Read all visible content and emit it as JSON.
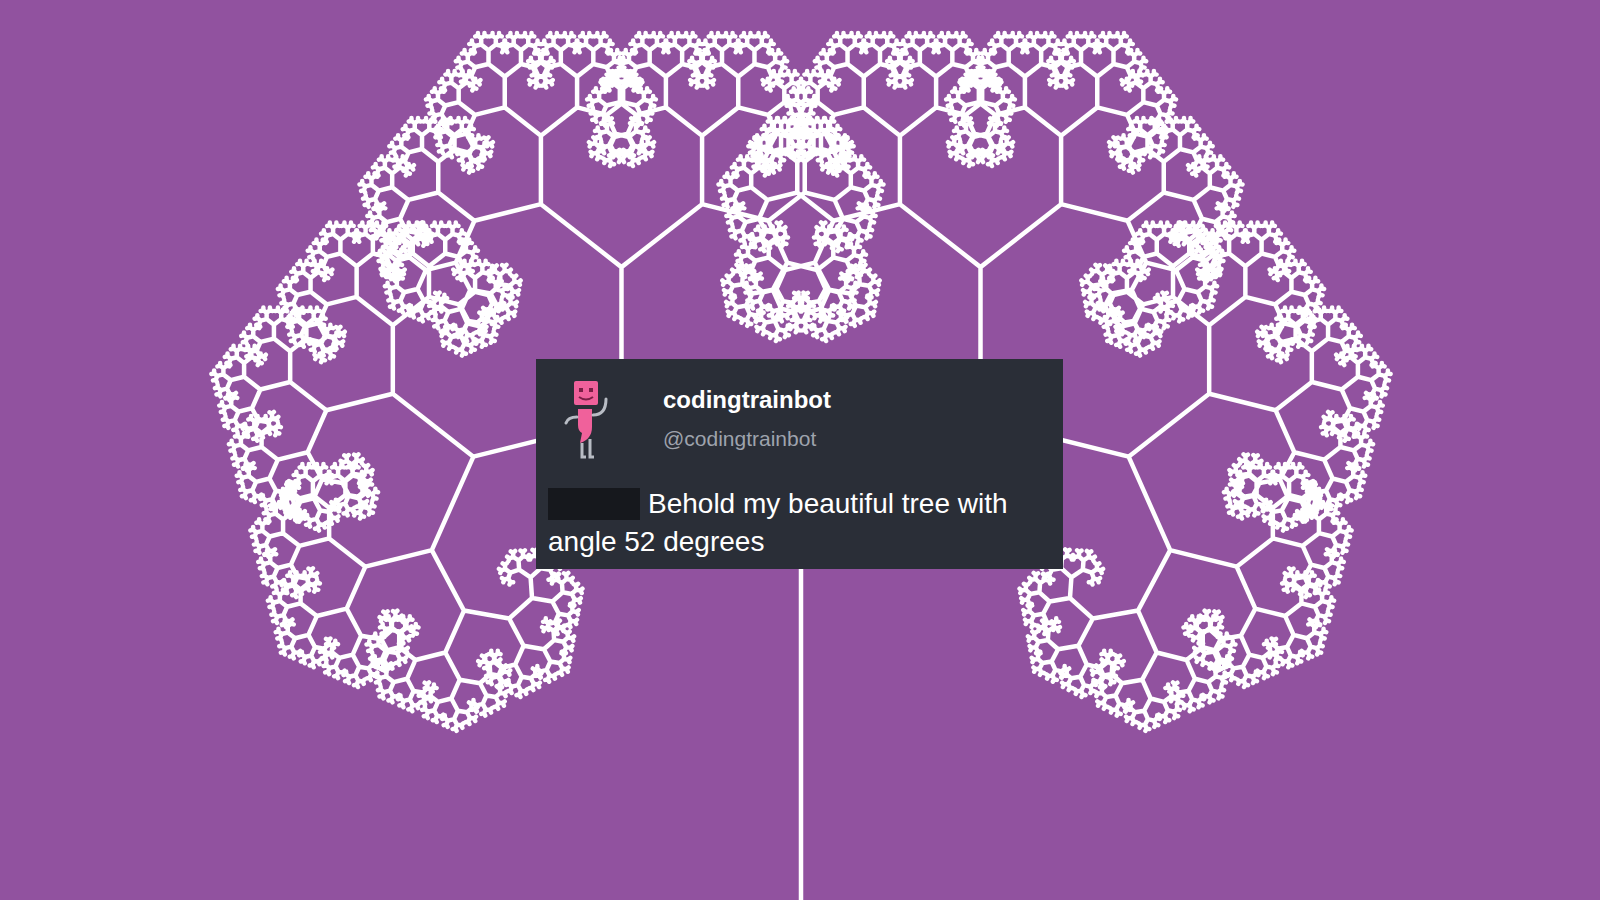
{
  "diagram": {
    "nodes": [
      {
        "text": [
          "codingtrainbot",
          "@codingtrainbot",
          "Behold my beautiful tree with angle 52 degrees"
        ]
      }
    ]
  }
}
